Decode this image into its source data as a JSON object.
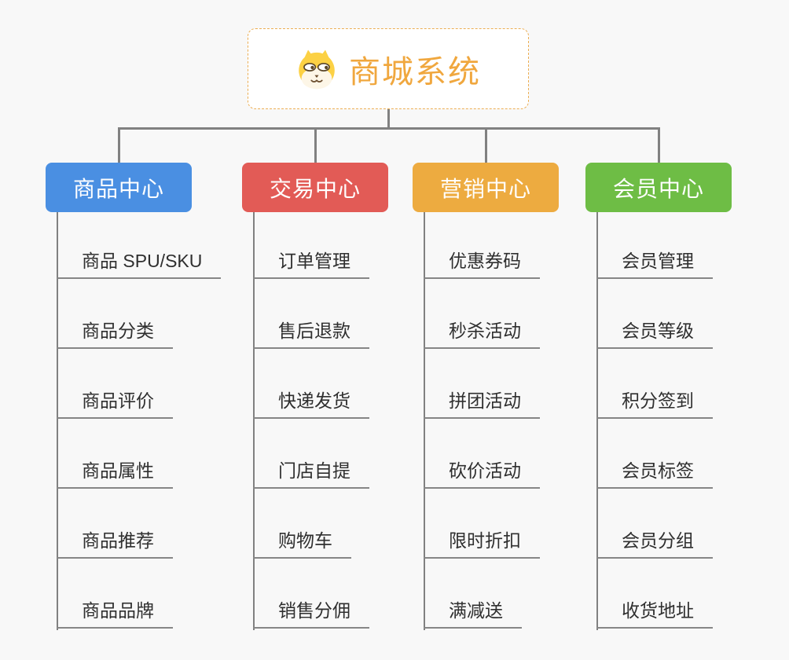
{
  "root": {
    "title": "商城系统",
    "icon": "dog-face-icon"
  },
  "branches": [
    {
      "label": "商品中心",
      "color": "#4a8fe2",
      "items": [
        "商品 SPU/SKU",
        "商品分类",
        "商品评价",
        "商品属性",
        "商品推荐",
        "商品品牌"
      ]
    },
    {
      "label": "交易中心",
      "color": "#e25b56",
      "items": [
        "订单管理",
        "售后退款",
        "快递发货",
        "门店自提",
        "购物车",
        "销售分佣"
      ]
    },
    {
      "label": "营销中心",
      "color": "#edab40",
      "items": [
        "优惠券码",
        "秒杀活动",
        "拼团活动",
        "砍价活动",
        "限时折扣",
        "满减送"
      ]
    },
    {
      "label": "会员中心",
      "color": "#6ebd45",
      "items": [
        "会员管理",
        "会员等级",
        "积分签到",
        "会员标签",
        "会员分组",
        "收货地址"
      ]
    }
  ],
  "colors": {
    "connector": "#818181",
    "underline": "#868686",
    "leaf_text": "#2f2f2f",
    "root_title": "#f0a73e",
    "root_border": "#ecae53",
    "background": "#f8f8f8",
    "icon_yellow": "#fcd144",
    "branch_text": "#ffffff"
  }
}
